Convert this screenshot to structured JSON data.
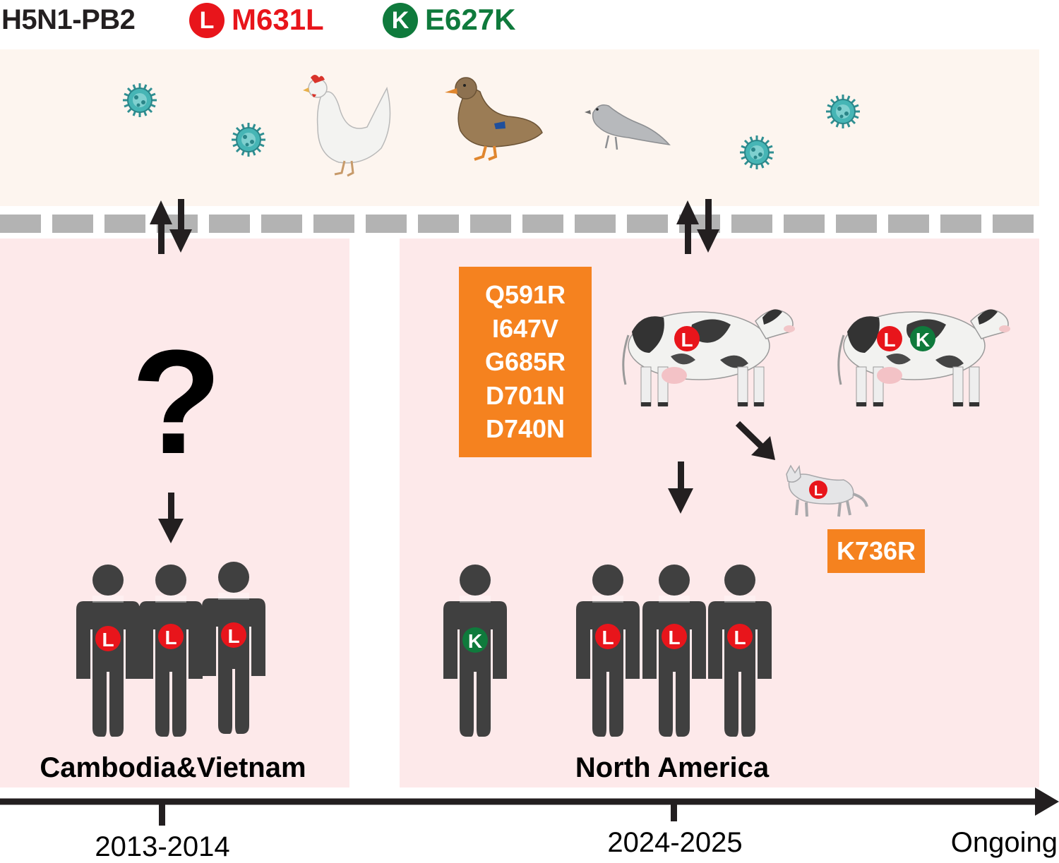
{
  "legend": {
    "title": "H5N1-PB2",
    "m631l": {
      "badge": "L",
      "label": "M631L",
      "color": "#e8151b"
    },
    "e627k": {
      "badge": "K",
      "label": "E627K",
      "color": "#0f7a3c"
    }
  },
  "left_panel": {
    "question": "?",
    "region": "Cambodia&Vietnam",
    "humans": [
      {
        "badge": "L"
      },
      {
        "badge": "L"
      },
      {
        "badge": "L"
      }
    ]
  },
  "right_panel": {
    "region": "North America",
    "mutation_box": [
      "Q591R",
      "I647V",
      "G685R",
      "D701N",
      "D740N"
    ],
    "cow1_badges": [
      "L"
    ],
    "cow2_badges": [
      "L",
      "K"
    ],
    "cat_badge": "L",
    "cat_mutation": "K736R",
    "humans": [
      {
        "badge": "K"
      },
      {
        "badge": "L"
      },
      {
        "badge": "L"
      },
      {
        "badge": "L"
      }
    ]
  },
  "timeline": {
    "ticks": [
      {
        "label": "2013-2014"
      },
      {
        "label": "2024-2025"
      }
    ],
    "end_label": "Ongoing"
  },
  "colors": {
    "arrow": "#231f20",
    "human": "#404040",
    "box": "#f5821f",
    "panel": "#fde9ea",
    "band": "#fdf5ef",
    "virus": "#3aa6a8"
  }
}
